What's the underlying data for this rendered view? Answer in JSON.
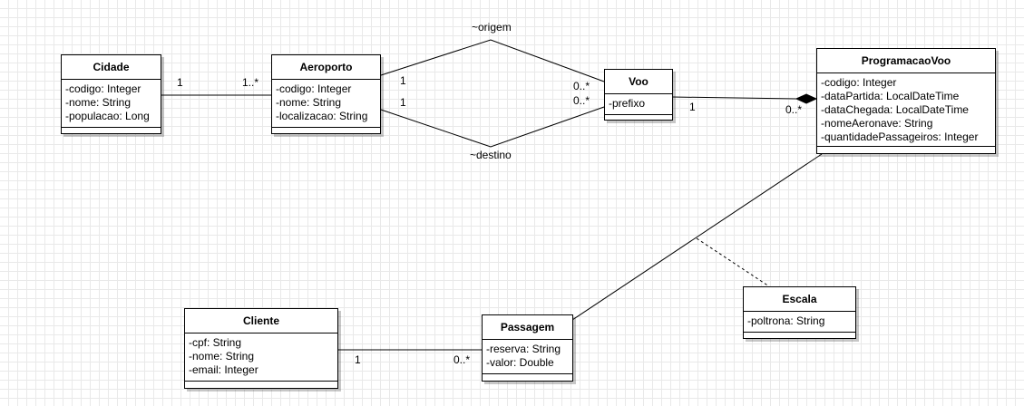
{
  "classes": {
    "cidade": {
      "name": "Cidade",
      "attrs": [
        "-codigo: Integer",
        "-nome: String",
        "-populacao: Long"
      ]
    },
    "aeroporto": {
      "name": "Aeroporto",
      "attrs": [
        "-codigo: Integer",
        "-nome: String",
        "-localizacao: String"
      ]
    },
    "voo": {
      "name": "Voo",
      "attrs": [
        "-prefixo"
      ]
    },
    "programacao": {
      "name": "ProgramacaoVoo",
      "attrs": [
        "-codigo: Integer",
        "-dataPartida: LocalDateTime",
        "-dataChegada: LocalDateTime",
        "-nomeAeronave: String",
        "-quantidadePassageiros: Integer"
      ]
    },
    "cliente": {
      "name": "Cliente",
      "attrs": [
        "-cpf: String",
        "-nome: String",
        "-email: Integer"
      ]
    },
    "passagem": {
      "name": "Passagem",
      "attrs": [
        "-reserva: String",
        "-valor: Double"
      ]
    },
    "escala": {
      "name": "Escala",
      "attrs": [
        "-poltrona: String"
      ]
    }
  },
  "labels": {
    "cidade_aeroporto_src": "1",
    "cidade_aeroporto_dst": "1..*",
    "origem_role": "~origem",
    "destino_role": "~destino",
    "origem_src": "1",
    "origem_dst": "0..*",
    "destino_src": "1",
    "destino_dst": "0..*",
    "voo_prog_src": "1",
    "voo_prog_dst": "0..*",
    "cliente_passagem_src": "1",
    "cliente_passagem_dst": "0..*"
  }
}
